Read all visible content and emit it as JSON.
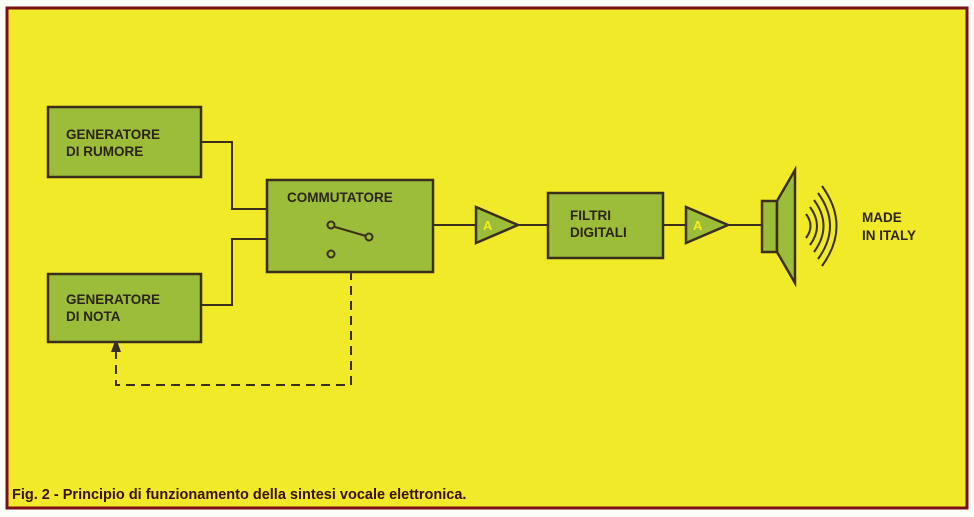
{
  "blocks": {
    "noise_generator": {
      "line1": "GENERATORE",
      "line2": "DI RUMORE"
    },
    "note_generator": {
      "line1": "GENERATORE",
      "line2": "DI NOTA"
    },
    "switch": {
      "label": "COMMUTATORE"
    },
    "amplifier_1": {
      "label": "A"
    },
    "digital_filters": {
      "line1": "FILTRI",
      "line2": "DIGITALI"
    },
    "amplifier_2": {
      "label": "A"
    }
  },
  "output_label": {
    "line1": "MADE",
    "line2": "IN ITALY"
  },
  "caption": "Fig. 2 - Principio di funzionamento della sintesi vocale elettronica.",
  "colors": {
    "background": "#f0ea28",
    "block_fill": "#9cbd3a",
    "line": "#3a2f1c",
    "frame": "#7a0f14",
    "caption_text": "#3a0f12"
  }
}
